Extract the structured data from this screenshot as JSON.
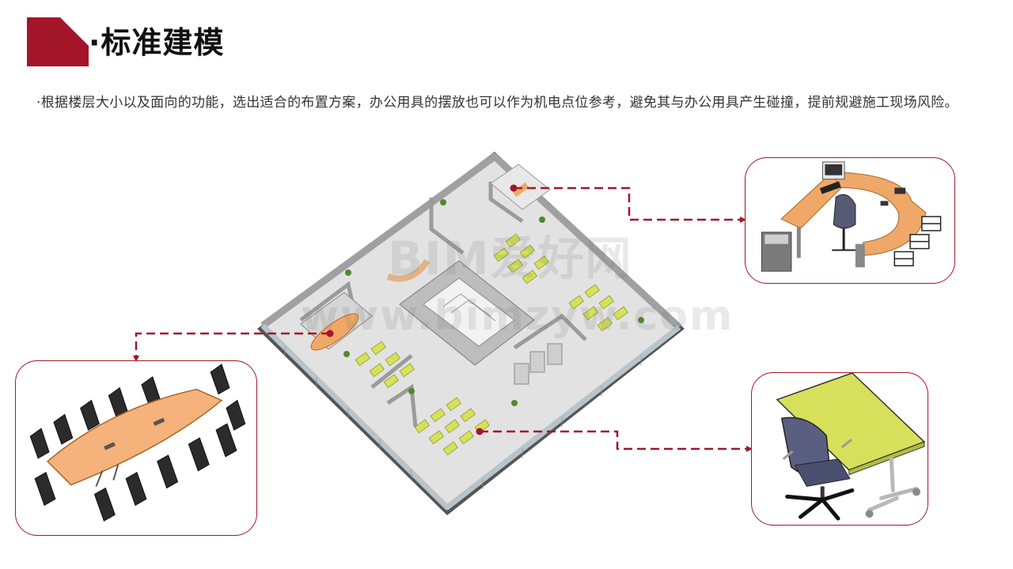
{
  "slide": {
    "title": "·标准建模",
    "description": "·根据楼层大小以及面向的功能，选出适合的布置方案，办公用具的摆放也可以作为机电点位参考，避免其与办公用具产生碰撞，提前规避施工现场风险。"
  },
  "watermark": {
    "line1": "BIM爱好网",
    "line2": "www.bimzyw.com"
  },
  "colors": {
    "accent": "#a3162a",
    "desk": "#f0a868",
    "table_top": "#f5b27a",
    "chair_dark": "#2b2b2b",
    "workstation": "#d6e05a",
    "floor": "#d9d9d9",
    "wall": "#9a9a9a"
  },
  "details": {
    "items": [
      {
        "name": "l-shaped-executive-desk"
      },
      {
        "name": "conference-table-with-chairs"
      },
      {
        "name": "training-table-with-chair"
      }
    ]
  }
}
